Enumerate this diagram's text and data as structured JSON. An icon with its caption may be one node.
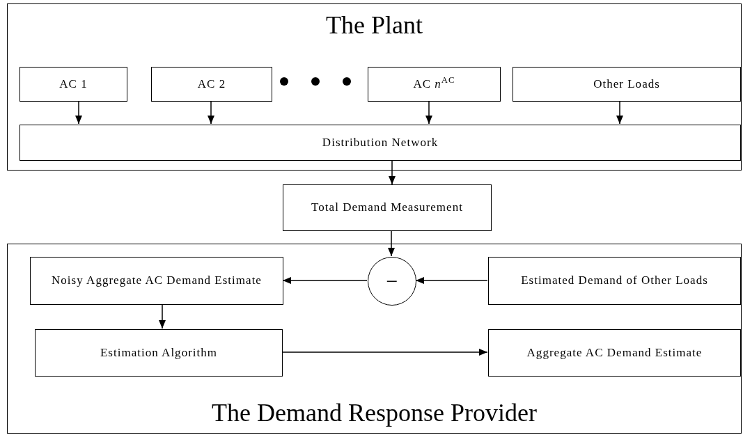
{
  "diagram": {
    "nodes": [
      {
        "text": [
          "The Plant"
        ]
      },
      {
        "text": [
          "AC 1"
        ],
        "in": 0
      },
      {
        "text": [
          "AC 2"
        ],
        "in": 0
      },
      {
        "text": [
          "AC *n*$^{AC}$"
        ],
        "in": 0
      },
      {
        "text": [
          "Other Loads"
        ],
        "in": 0
      },
      {
        "text": [
          "Distribution Network"
        ],
        "in": 0
      },
      {
        "text": [
          "Total Demand Measurement"
        ]
      },
      {
        "text": [
          "The Demand Response Provider"
        ]
      },
      {
        "text": [
          "Noisy Aggregate AC Demand Estimate"
        ],
        "in": 7
      },
      {
        "text": [
          "−"
        ],
        "in": 7
      },
      {
        "text": [
          "Estimated Demand of Other Loads"
        ],
        "in": 7
      },
      {
        "text": [
          "Estimation Algorithm"
        ],
        "in": 7
      },
      {
        "text": [
          "Aggregate AC Demand Estimate"
        ],
        "in": 7
      }
    ],
    "edges": [
      {
        "from": 1,
        "to": 5,
        "arrow": "to"
      },
      {
        "from": 2,
        "to": 5,
        "arrow": "to"
      },
      {
        "from": 3,
        "to": 5,
        "arrow": "to"
      },
      {
        "from": 4,
        "to": 5,
        "arrow": "to"
      },
      {
        "from": 5,
        "to": 6,
        "arrow": "to"
      },
      {
        "from": 6,
        "to": 9,
        "arrow": "to"
      },
      {
        "from": 9,
        "to": 8,
        "arrow": "to"
      },
      {
        "from": 10,
        "to": 9,
        "arrow": "to"
      },
      {
        "from": 8,
        "to": 11,
        "arrow": "to"
      },
      {
        "from": 11,
        "to": 12,
        "arrow": "to"
      }
    ]
  }
}
